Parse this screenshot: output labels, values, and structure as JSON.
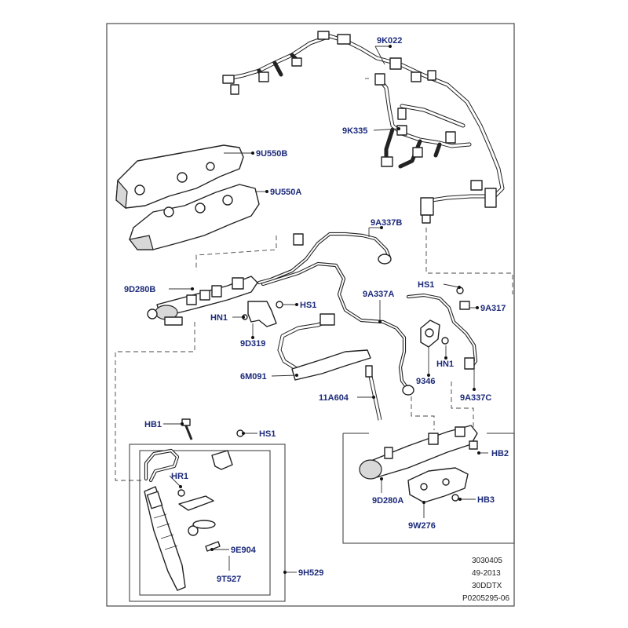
{
  "callouts": {
    "c_9K022": "9K022",
    "c_9K335": "9K335",
    "c_9U550B": "9U550B",
    "c_9U550A": "9U550A",
    "c_9A337B": "9A337B",
    "c_9D280B": "9D280B",
    "c_HS1_a": "HS1",
    "c_HN1_a": "HN1",
    "c_9D319": "9D319",
    "c_9A337A": "9A337A",
    "c_HS1_b": "HS1",
    "c_9A317": "9A317",
    "c_HN1_b": "HN1",
    "c_9346": "9346",
    "c_6M091": "6M091",
    "c_9A337C": "9A337C",
    "c_11A604": "11A604",
    "c_HB1": "HB1",
    "c_HS1_c": "HS1",
    "c_HB2": "HB2",
    "c_HR1": "HR1",
    "c_9D280A": "9D280A",
    "c_HB3": "HB3",
    "c_9W276": "9W276",
    "c_9E904": "9E904",
    "c_9T527": "9T527",
    "c_9H529": "9H529"
  },
  "reference": {
    "line1": "3030405",
    "line2": "49-2013",
    "line3": "30DDTX",
    "line4": "P0205295-06"
  }
}
